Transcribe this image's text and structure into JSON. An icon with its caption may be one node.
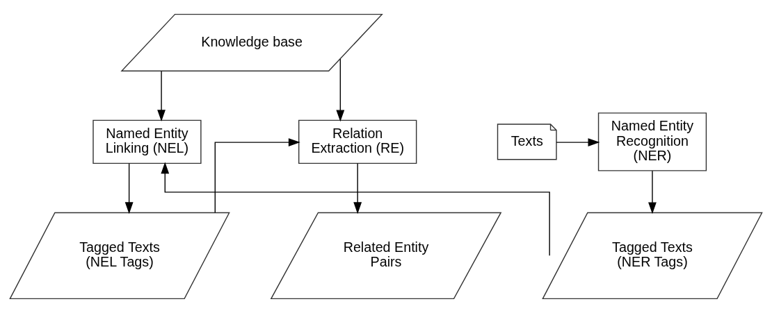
{
  "diagram": {
    "nodes": [
      {
        "text": [
          "Knowledge base"
        ]
      },
      {
        "text": [
          "Texts"
        ]
      },
      {
        "text": [
          "Named Entity Recognition (NER)"
        ]
      },
      {
        "text": [
          "Named Entity Linking (NEL)"
        ]
      },
      {
        "text": [
          "Relation Extraction (RE)"
        ]
      },
      {
        "text": [
          "Tagged Texts (NER Tags)"
        ]
      },
      {
        "text": [
          "Tagged Texts (NEL Tags)"
        ]
      },
      {
        "text": [
          "Related Entity Pairs"
        ]
      }
    ],
    "edges": [
      {
        "from": 1,
        "to": 2,
        "arrow": "to"
      },
      {
        "from": 2,
        "to": 5,
        "arrow": "to"
      },
      {
        "from": 5,
        "to": 3,
        "arrow": "to"
      },
      {
        "from": 0,
        "to": 3,
        "arrow": "to"
      },
      {
        "from": 0,
        "to": 4,
        "arrow": "to"
      },
      {
        "from": 3,
        "to": 6,
        "arrow": "to"
      },
      {
        "from": 6,
        "to": 4,
        "arrow": "to"
      },
      {
        "from": 4,
        "to": 7,
        "arrow": "to"
      }
    ]
  }
}
